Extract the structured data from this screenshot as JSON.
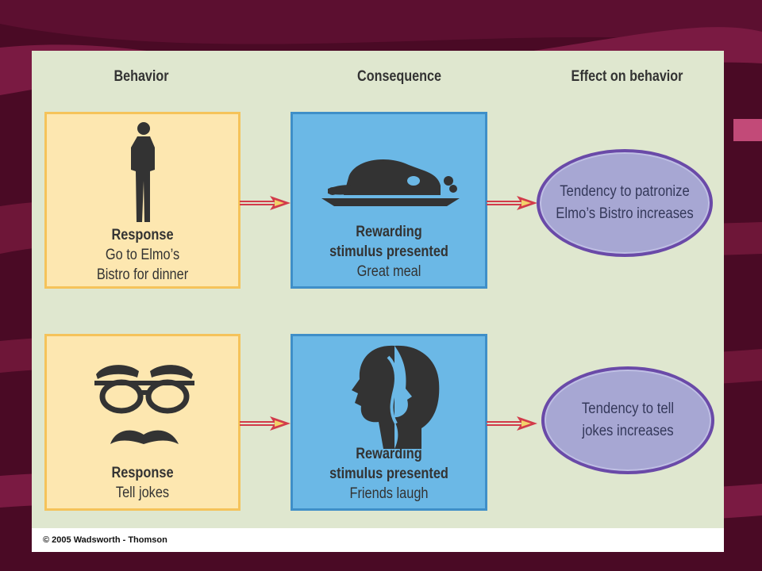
{
  "columns": {
    "behavior": "Behavior",
    "consequence": "Consequence",
    "effect": "Effect on behavior"
  },
  "rows": [
    {
      "behavior": {
        "title": "Response",
        "line1": "Go to Elmo’s",
        "line2": "Bistro for dinner",
        "icon": "standing-man-icon"
      },
      "consequence": {
        "line1": "Rewarding",
        "line2": "stimulus presented",
        "detail": "Great meal",
        "icon": "roast-meal-icon"
      },
      "effect": {
        "line1": "Tendency to patronize",
        "line2": "Elmo’s Bistro increases"
      }
    },
    {
      "behavior": {
        "title": "Response",
        "line1": "Tell jokes",
        "icon": "groucho-glasses-icon"
      },
      "consequence": {
        "line1": "Rewarding",
        "line2": "stimulus presented",
        "detail": "Friends laugh",
        "icon": "laughing-faces-icon"
      },
      "effect": {
        "line1": "Tendency to tell",
        "line2": "jokes increases"
      }
    }
  ],
  "footer": {
    "copyright": "© 2005 Wadsworth - Thomson"
  },
  "colors": {
    "background": "#4a0a25",
    "panel": "#dfe7cf",
    "behavior_box": "#fde7b0",
    "behavior_border": "#f5c35a",
    "consequence_box": "#6bb8e6",
    "consequence_border": "#3f8fc8",
    "ellipse_fill": "#a7a7d3",
    "ellipse_border": "#6a4aa8",
    "arrow": "#d23b4a"
  }
}
